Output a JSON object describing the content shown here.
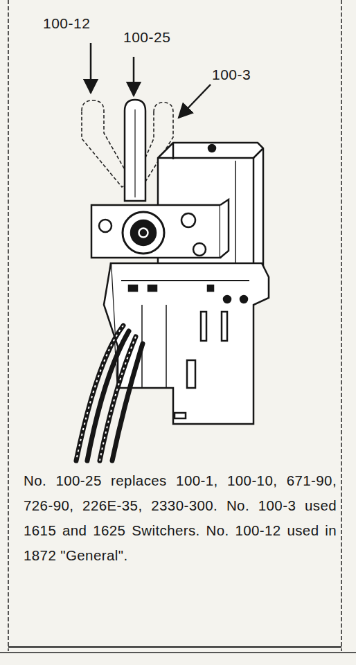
{
  "diagram": {
    "caption": "No. 100-25 replaces 100-1, 100-10, 671-90, 726-90, 226E-35, 2330-300. No. 100-3 used 1615 and 1625 Switchers. No. 100-12 used in 1872 \"General\".",
    "labels": [
      "100-12",
      "100-25",
      "100-3"
    ]
  }
}
